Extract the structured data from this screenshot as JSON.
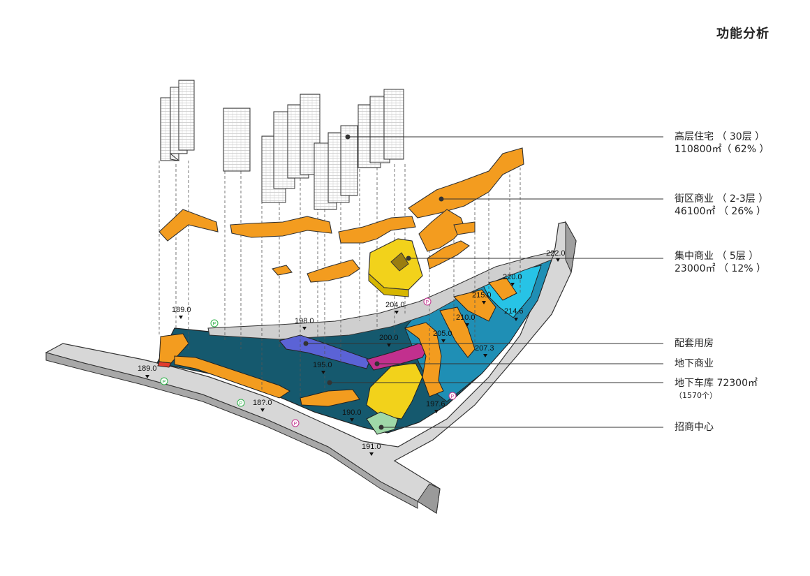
{
  "title": "功能分析",
  "legend": [
    {
      "line1": "高层住宅 （ 30层 ）",
      "line2": "110800㎡（ 62% ）",
      "color": "#ffffff"
    },
    {
      "line1": "街区商业 （ 2-3层 ）",
      "line2": "46100㎡  （ 26% ）",
      "color": "#f39c1f"
    },
    {
      "line1": "集中商业 （ 5层 ）",
      "line2": "23000㎡  （ 12% ）",
      "color": "#f2d21b"
    },
    {
      "line1": "配套用房",
      "line2": "",
      "color": "#5b63d6"
    },
    {
      "line1": "地下商业",
      "line2": "",
      "color": "#c2308e"
    },
    {
      "line1": "地下车库  72300㎡",
      "line2": "（1570个）",
      "color": "#15596e"
    },
    {
      "line1": "招商中心",
      "line2": "",
      "color": "#9fd8a8"
    }
  ],
  "elevations": [
    "222.0",
    "220.0",
    "215.0",
    "214.6",
    "210.0",
    "207.3",
    "205.0",
    "204.0",
    "200.0",
    "198.0",
    "195.0",
    "197.6",
    "190.0",
    "191.0",
    "189.0",
    "189.0",
    "18?.0"
  ],
  "parking_symbol": "P",
  "colors": {
    "residential": "#ffffff",
    "street_retail": "#f39c1f",
    "central_retail": "#f2d21b",
    "support": "#5b63d6",
    "underground_retail": "#c2308e",
    "garage": "#15596e",
    "garage_light": "#1f8fb5",
    "garage_cyan": "#27c3e6",
    "investment_center": "#9fd8a8",
    "road": "#d9d9d9",
    "parking_green": "#2fb24a",
    "parking_pink": "#c2308e"
  }
}
